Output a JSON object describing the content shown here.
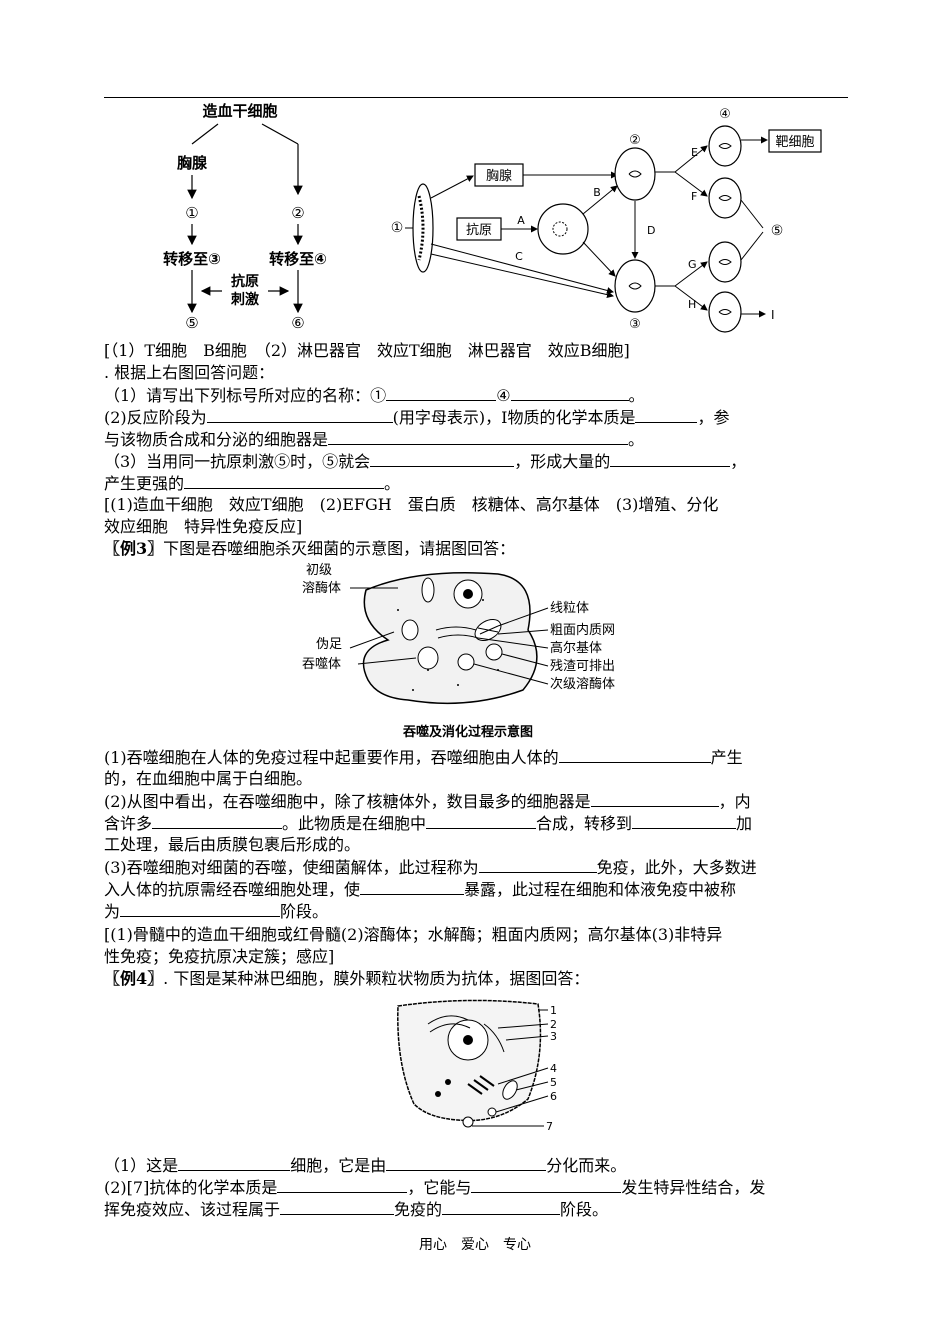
{
  "diagram1": {
    "top": "造血干细胞",
    "left": [
      "胸腺",
      "①",
      "转移至③",
      "⑤"
    ],
    "right": [
      "②",
      "转移至④",
      "⑥"
    ],
    "center": [
      "抗原",
      "刺激"
    ]
  },
  "diagram2": {
    "n1": "①",
    "n2": "②",
    "n3": "③",
    "n4": "④",
    "n5": "⑤",
    "thymus": "胸腺",
    "antigen": "抗原",
    "target": "靶细胞",
    "A": "A",
    "B": "B",
    "C": "C",
    "D": "D",
    "E": "E",
    "F": "F",
    "G": "G",
    "H": "H",
    "I": "I"
  },
  "diagram3": {
    "labels_left": [
      "初级",
      "溶酶体",
      "伪足",
      "吞噬体"
    ],
    "labels_right": [
      "线粒体",
      "粗面内质网",
      "高尔基体",
      "残渣可排出",
      "次级溶酶体"
    ],
    "caption": "吞噬及消化过程示意图"
  },
  "diagram4": {
    "numbers": [
      "1",
      "2",
      "3",
      "4",
      "5",
      "6",
      "7"
    ]
  },
  "text": {
    "l1": "[（1）T细胞　B细胞　（2）淋巴器官　效应T细胞　淋巴器官　效应B细胞]",
    "l2": ". 根据上右图回答问题：",
    "l3a": "（1）请写出下列标号所对应的名称：①",
    "l3b": "④",
    "l3c": "。",
    "l4a": "(2)反应阶段为",
    "l4b": "(用字母表示)，I物质的化学本质是",
    "l4c": "，参",
    "l5a": "与该物质合成和分泌的细胞器是",
    "l5b": "。",
    "l6a": "（3）当用同一抗原刺激⑤时，⑤就会",
    "l6b": "，形成大量的",
    "l6c": "，",
    "l7a": "产生更强的",
    "l7b": "。",
    "l8": "[(1)造血干细胞　效应T细胞　(2)EFGH　蛋白质　核糖体、高尔基体　(3)增殖、分化",
    "l9": "效应细胞　特异性免疫反应]",
    "ex3": "〖例3〗",
    "ex3_text": "下图是吞噬细胞杀灭细菌的示意图，请据图回答：",
    "p1a": "(1)吞噬细胞在人体的免疫过程中起重要作用，吞噬细胞由人体的",
    "p1b": "产生",
    "p2": "的，在血细胞中属于白细胞。",
    "p3a": "(2)从图中看出，在吞噬细胞中，除了核糖体外，数目最多的细胞器是",
    "p3b": "，内",
    "p4a": "含许多",
    "p4b": "。此物质是在细胞中",
    "p4c": "合成，转移到",
    "p4d": "加",
    "p5": "工处理，最后由质膜包裹后形成的。",
    "p6a": "(3)吞噬细胞对细菌的吞噬，使细菌解体，此过程称为",
    "p6b": "免疫，此外，大多数进",
    "p7a": "入人体的抗原需经吞噬细胞处理，使",
    "p7b": "暴露，此过程在细胞和体液免疫中被称",
    "p8a": "为",
    "p8b": "阶段。",
    "a1": "[(1)骨髓中的造血干细胞或红骨髓(2)溶酶体；水解酶；粗面内质网；高尔基体(3)非特异",
    "a2": "性免疫；免疫抗原决定簇；感应]",
    "ex4": "〖例4〗",
    "ex4_text": ". 下图是某种淋巴细胞，膜外颗粒状物质为抗体，据图回答：",
    "q1a": "（1）这是",
    "q1b": "细胞，它是由",
    "q1c": "分化而来。",
    "q2a": "(2)[7]抗体的化学本质是",
    "q2b": "，它能与",
    "q2c": "发生特异性结合，发",
    "q3a": "挥免疫效应、该过程属于",
    "q3b": "免疫的",
    "q3c": "阶段。"
  },
  "footer": "用心　爱心　专心"
}
